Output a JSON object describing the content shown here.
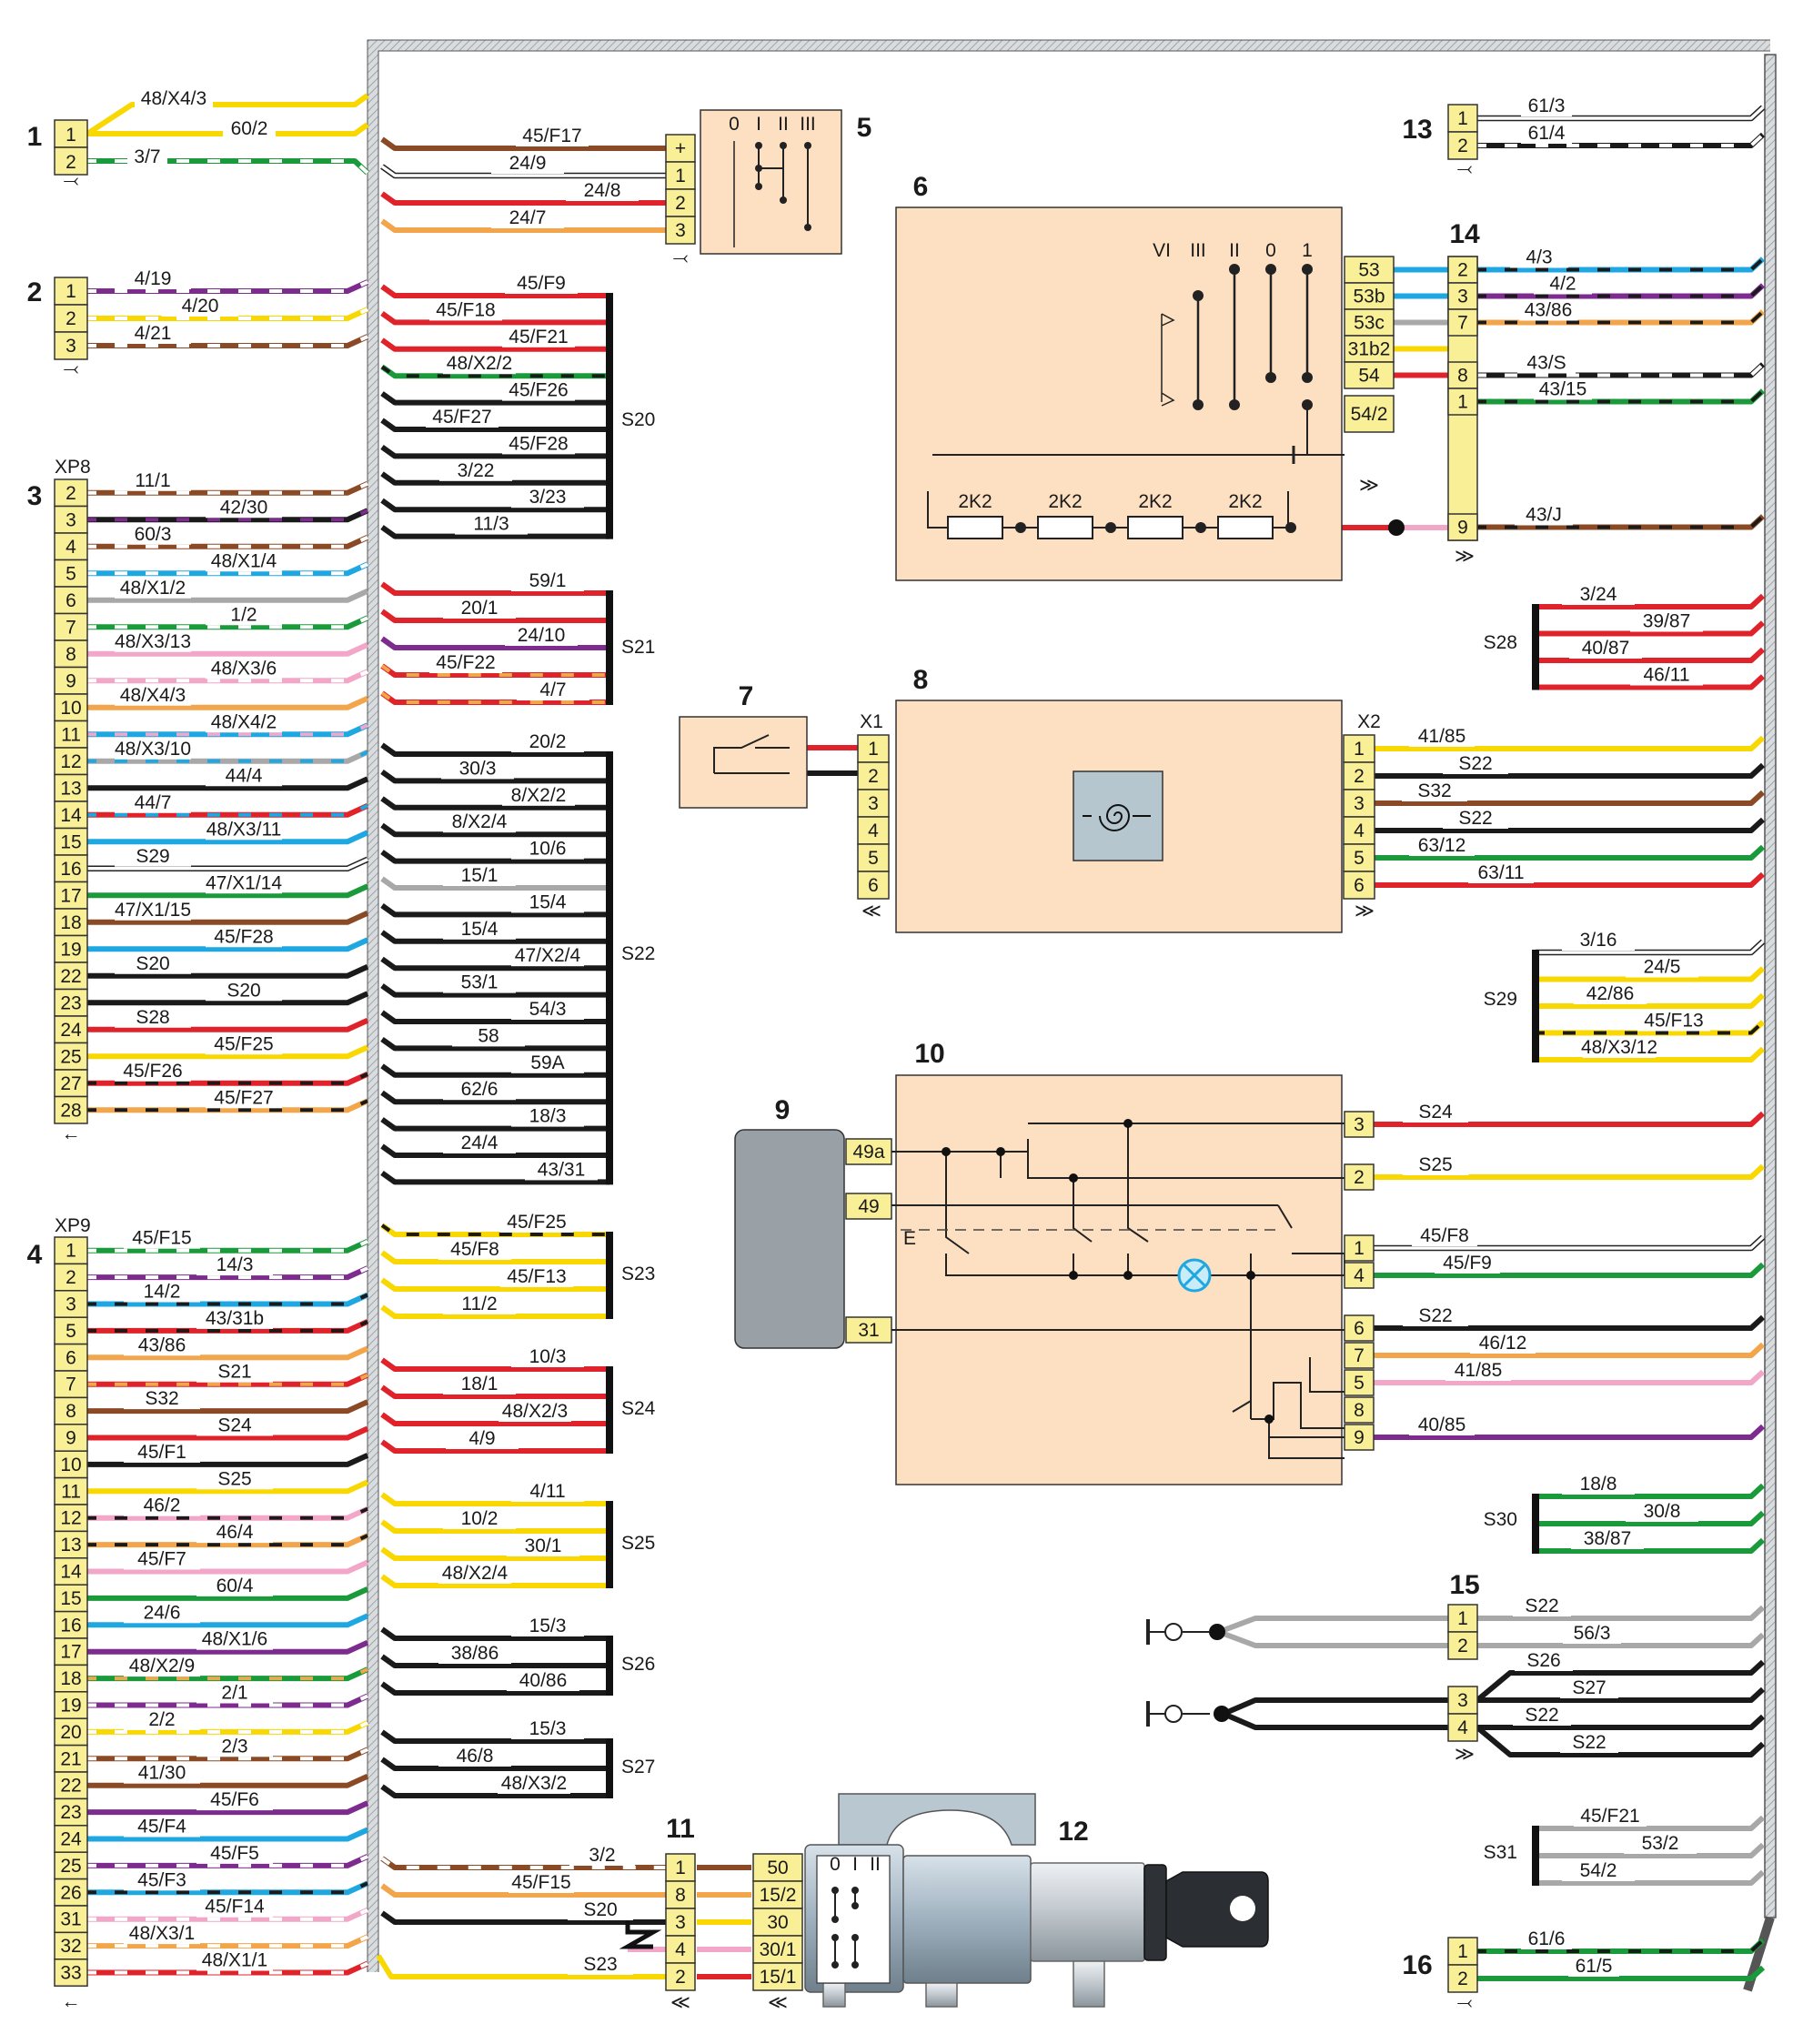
{
  "colors": {
    "Y": "#f8d800",
    "G": "#1a9a3a",
    "R": "#e0232b",
    "K": "#1a1a1a",
    "B": "#1ea7e1",
    "P": "#7d2b8f",
    "N": "#8b4a26",
    "O": "#f2a54a",
    "S": "#a8a8a8",
    "PK": "#f2a6c8",
    "W": "#ffffff",
    "body": "#fddfc2",
    "pin": "#f9ef96",
    "harness": "#cfd3d6"
  },
  "components": {
    "c1": "1",
    "c2": "2",
    "c3": "3",
    "c4": "4",
    "c5": "5",
    "c6": "6",
    "c7": "7",
    "c8": "8",
    "c9": "9",
    "c10": "10",
    "c11": "11",
    "c12": "12",
    "c13": "13",
    "c14": "14",
    "c15": "15",
    "c16": "16"
  },
  "connector_labels": {
    "xp8": "XP8",
    "xp9": "XP9",
    "x1": "X1",
    "x2": "X2"
  },
  "splices": {
    "s20": "S20",
    "s21": "S21",
    "s22": "S22",
    "s23": "S23",
    "s24": "S24",
    "s25": "S25",
    "s26": "S26",
    "s27": "S27",
    "s28": "S28",
    "s29": "S29",
    "s30": "S30",
    "s31": "S31"
  },
  "c1_wires": [
    {
      "pin": "1",
      "label": "48/X4/3",
      "colors": [
        "Y"
      ]
    },
    {
      "pin": "",
      "label": "60/2",
      "colors": [
        "Y"
      ]
    },
    {
      "pin": "2",
      "label": "3/7",
      "colors": [
        "G",
        "W"
      ]
    }
  ],
  "c2_wires": [
    {
      "pin": "1",
      "label": "4/19",
      "colors": [
        "P",
        "W"
      ]
    },
    {
      "pin": "2",
      "label": "4/20",
      "colors": [
        "Y",
        "W"
      ]
    },
    {
      "pin": "3",
      "label": "4/21",
      "colors": [
        "N",
        "W"
      ]
    }
  ],
  "c3_wires": [
    {
      "pin": "2",
      "label": "11/1",
      "colors": [
        "N",
        "W"
      ]
    },
    {
      "pin": "3",
      "label": "42/30",
      "colors": [
        "K",
        "P"
      ]
    },
    {
      "pin": "4",
      "label": "60/3",
      "colors": [
        "N",
        "W"
      ]
    },
    {
      "pin": "5",
      "label": "48/X1/4",
      "colors": [
        "B",
        "W"
      ]
    },
    {
      "pin": "6",
      "label": "48/X1/2",
      "colors": [
        "S"
      ]
    },
    {
      "pin": "7",
      "label": "1/2",
      "colors": [
        "G",
        "W"
      ]
    },
    {
      "pin": "8",
      "label": "48/X3/13",
      "colors": [
        "PK"
      ]
    },
    {
      "pin": "9",
      "label": "48/X3/6",
      "colors": [
        "PK",
        "W"
      ]
    },
    {
      "pin": "10",
      "label": "48/X4/3",
      "colors": [
        "O"
      ]
    },
    {
      "pin": "11",
      "label": "48/X4/2",
      "colors": [
        "B",
        "PK"
      ]
    },
    {
      "pin": "12",
      "label": "48/X3/10",
      "colors": [
        "S",
        "B"
      ]
    },
    {
      "pin": "13",
      "label": "44/4",
      "colors": [
        "K"
      ]
    },
    {
      "pin": "14",
      "label": "44/7",
      "colors": [
        "R",
        "B"
      ]
    },
    {
      "pin": "15",
      "label": "48/X3/11",
      "colors": [
        "B"
      ]
    },
    {
      "pin": "16",
      "label": "S29",
      "colors": [
        "W"
      ]
    },
    {
      "pin": "17",
      "label": "47/X1/14",
      "colors": [
        "G"
      ]
    },
    {
      "pin": "18",
      "label": "47/X1/15",
      "colors": [
        "N"
      ]
    },
    {
      "pin": "19",
      "label": "45/F28",
      "colors": [
        "B"
      ]
    },
    {
      "pin": "22",
      "label": "S20",
      "colors": [
        "K"
      ]
    },
    {
      "pin": "23",
      "label": "S20",
      "colors": [
        "K"
      ]
    },
    {
      "pin": "24",
      "label": "S28",
      "colors": [
        "R"
      ]
    },
    {
      "pin": "25",
      "label": "45/F25",
      "colors": [
        "Y"
      ]
    },
    {
      "pin": "27",
      "label": "45/F26",
      "colors": [
        "R",
        "K"
      ]
    },
    {
      "pin": "28",
      "label": "45/F27",
      "colors": [
        "O",
        "K"
      ]
    }
  ],
  "c4_wires": [
    {
      "pin": "1",
      "label": "45/F15",
      "colors": [
        "G",
        "W"
      ]
    },
    {
      "pin": "2",
      "label": "14/3",
      "colors": [
        "P",
        "W"
      ]
    },
    {
      "pin": "3",
      "label": "14/2",
      "colors": [
        "B",
        "K"
      ]
    },
    {
      "pin": "5",
      "label": "43/31b",
      "colors": [
        "R",
        "K"
      ]
    },
    {
      "pin": "6",
      "label": "43/86",
      "colors": [
        "O"
      ]
    },
    {
      "pin": "7",
      "label": "S21",
      "colors": [
        "R",
        "O"
      ]
    },
    {
      "pin": "8",
      "label": "S32",
      "colors": [
        "N"
      ]
    },
    {
      "pin": "9",
      "label": "S24",
      "colors": [
        "R"
      ]
    },
    {
      "pin": "10",
      "label": "45/F1",
      "colors": [
        "K"
      ]
    },
    {
      "pin": "11",
      "label": "S25",
      "colors": [
        "Y"
      ]
    },
    {
      "pin": "12",
      "label": "46/2",
      "colors": [
        "PK",
        "K"
      ]
    },
    {
      "pin": "13",
      "label": "46/4",
      "colors": [
        "O",
        "K"
      ]
    },
    {
      "pin": "14",
      "label": "45/F7",
      "colors": [
        "PK"
      ]
    },
    {
      "pin": "15",
      "label": "60/4",
      "colors": [
        "G"
      ]
    },
    {
      "pin": "16",
      "label": "24/6",
      "colors": [
        "B"
      ]
    },
    {
      "pin": "17",
      "label": "48/X1/6",
      "colors": [
        "P"
      ]
    },
    {
      "pin": "18",
      "label": "48/X2/9",
      "colors": [
        "G",
        "O"
      ]
    },
    {
      "pin": "19",
      "label": "2/1",
      "colors": [
        "P",
        "W"
      ]
    },
    {
      "pin": "20",
      "label": "2/2",
      "colors": [
        "Y",
        "W"
      ]
    },
    {
      "pin": "21",
      "label": "2/3",
      "colors": [
        "N",
        "W"
      ]
    },
    {
      "pin": "22",
      "label": "41/30",
      "colors": [
        "N"
      ]
    },
    {
      "pin": "23",
      "label": "45/F6",
      "colors": [
        "P"
      ]
    },
    {
      "pin": "24",
      "label": "45/F4",
      "colors": [
        "B"
      ]
    },
    {
      "pin": "25",
      "label": "45/F5",
      "colors": [
        "P",
        "W"
      ]
    },
    {
      "pin": "26",
      "label": "45/F3",
      "colors": [
        "B",
        "K"
      ]
    },
    {
      "pin": "31",
      "label": "45/F14",
      "colors": [
        "PK",
        "W"
      ]
    },
    {
      "pin": "32",
      "label": "48/X3/1",
      "colors": [
        "O",
        "W"
      ]
    },
    {
      "pin": "33",
      "label": "48/X1/1",
      "colors": [
        "R",
        "W"
      ]
    }
  ],
  "c5_wires": [
    {
      "pin": "+",
      "label": "45/F17",
      "colors": [
        "N"
      ]
    },
    {
      "pin": "1",
      "label": "24/9",
      "colors": [
        "W"
      ]
    },
    {
      "pin": "2",
      "label": "24/8",
      "colors": [
        "R"
      ]
    },
    {
      "pin": "3",
      "label": "24/7",
      "colors": [
        "O"
      ]
    }
  ],
  "c5_positions": [
    "0",
    "I",
    "II",
    "III"
  ],
  "c6_pins": [
    "53",
    "53b",
    "53c",
    "31b2",
    "54",
    "54/2"
  ],
  "c6_positions": [
    "VI",
    "III",
    "II",
    "0",
    "1"
  ],
  "c6_resistors": [
    "2K2",
    "2K2",
    "2K2",
    "2K2"
  ],
  "c7_pins": [
    "1",
    "2"
  ],
  "c8_x1_pins": [
    "1",
    "2",
    "3",
    "4",
    "5",
    "6"
  ],
  "c8_x2_wires": [
    {
      "pin": "1",
      "label": "41/85",
      "colors": [
        "Y"
      ]
    },
    {
      "pin": "2",
      "label": "S22",
      "colors": [
        "K"
      ]
    },
    {
      "pin": "3",
      "label": "S32",
      "colors": [
        "N"
      ]
    },
    {
      "pin": "4",
      "label": "S22",
      "colors": [
        "K"
      ]
    },
    {
      "pin": "5",
      "label": "63/12",
      "colors": [
        "G"
      ]
    },
    {
      "pin": "6",
      "label": "63/11",
      "colors": [
        "R"
      ]
    }
  ],
  "c9_pins": [
    "49a",
    "49",
    "31"
  ],
  "c10_wires": [
    {
      "pin": "3",
      "label": "S24",
      "colors": [
        "R"
      ]
    },
    {
      "pin": "2",
      "label": "S25",
      "colors": [
        "Y"
      ]
    },
    {
      "pin": "1",
      "label": "45/F8",
      "colors": [
        "W"
      ]
    },
    {
      "pin": "4",
      "label": "45/F9",
      "colors": [
        "G"
      ]
    },
    {
      "pin": "6",
      "label": "S22",
      "colors": [
        "K"
      ]
    },
    {
      "pin": "7",
      "label": "46/12",
      "colors": [
        "O"
      ]
    },
    {
      "pin": "5",
      "label": "41/85",
      "colors": [
        "PK"
      ]
    },
    {
      "pin": "8",
      "label": "",
      "colors": []
    },
    {
      "pin": "9",
      "label": "40/85",
      "colors": [
        "P"
      ]
    }
  ],
  "c11_wires": [
    {
      "pin": "1",
      "label": "3/2",
      "colors": [
        "N",
        "W"
      ]
    },
    {
      "pin": "8",
      "label": "45/F15",
      "colors": [
        "O"
      ]
    },
    {
      "pin": "3",
      "label": "S20",
      "colors": [
        "K"
      ]
    },
    {
      "pin": "4",
      "label": "",
      "colors": [
        "PK"
      ]
    },
    {
      "pin": "2",
      "label": "S23",
      "colors": [
        "Y"
      ]
    }
  ],
  "c12_pins": [
    "50",
    "15/2",
    "30",
    "30/1",
    "15/1"
  ],
  "c12_positions": [
    "0",
    "I",
    "II"
  ],
  "c13_wires": [
    {
      "pin": "1",
      "label": "61/3",
      "colors": [
        "W"
      ]
    },
    {
      "pin": "2",
      "label": "61/4",
      "colors": [
        "K",
        "W"
      ]
    }
  ],
  "c14_wires": [
    {
      "pin": "2",
      "label": "4/3",
      "colors": [
        "B",
        "K"
      ]
    },
    {
      "pin": "3",
      "label": "4/2",
      "colors": [
        "P",
        "K"
      ]
    },
    {
      "pin": "7",
      "label": "43/86",
      "colors": [
        "O",
        "K"
      ]
    },
    {
      "pin": "8",
      "label": "43/S",
      "colors": [
        "K",
        "W"
      ]
    },
    {
      "pin": "1",
      "label": "43/15",
      "colors": [
        "G",
        "K"
      ]
    },
    {
      "pin": "9",
      "label": "43/J",
      "colors": [
        "N",
        "K"
      ]
    }
  ],
  "c15_wires": [
    {
      "pin": "1",
      "label": "S22",
      "colors": [
        "S"
      ]
    },
    {
      "pin": "2",
      "label": "56/3",
      "colors": [
        "S"
      ]
    },
    {
      "pin": "3",
      "label": "S26",
      "colors": [
        "K"
      ]
    },
    {
      "pin": "",
      "label": "S27",
      "colors": [
        "K"
      ]
    },
    {
      "pin": "4",
      "label": "S22",
      "colors": [
        "K"
      ]
    },
    {
      "pin": "",
      "label": "S22",
      "colors": [
        "K"
      ]
    }
  ],
  "c16_wires": [
    {
      "pin": "1",
      "label": "61/6",
      "colors": [
        "G",
        "K"
      ]
    },
    {
      "pin": "2",
      "label": "61/5",
      "colors": [
        "G"
      ]
    }
  ],
  "s20_wires": [
    {
      "label": "45/F9",
      "colors": [
        "R"
      ]
    },
    {
      "label": "45/F18",
      "colors": [
        "R"
      ]
    },
    {
      "label": "45/F21",
      "colors": [
        "R"
      ]
    },
    {
      "label": "48/X2/2",
      "colors": [
        "G",
        "K"
      ]
    },
    {
      "label": "45/F26",
      "colors": [
        "K"
      ]
    },
    {
      "label": "45/F27",
      "colors": [
        "K"
      ]
    },
    {
      "label": "45/F28",
      "colors": [
        "K"
      ]
    },
    {
      "label": "3/22",
      "colors": [
        "K"
      ]
    },
    {
      "label": "3/23",
      "colors": [
        "K"
      ]
    },
    {
      "label": "11/3",
      "colors": [
        "K"
      ]
    }
  ],
  "s21_wires": [
    {
      "label": "59/1",
      "colors": [
        "R"
      ]
    },
    {
      "label": "20/1",
      "colors": [
        "R"
      ]
    },
    {
      "label": "24/10",
      "colors": [
        "P"
      ]
    },
    {
      "label": "45/F22",
      "colors": [
        "R",
        "O"
      ]
    },
    {
      "label": "4/7",
      "colors": [
        "R",
        "O"
      ]
    }
  ],
  "s22_wires": [
    {
      "label": "20/2",
      "colors": [
        "K"
      ]
    },
    {
      "label": "30/3",
      "colors": [
        "K"
      ]
    },
    {
      "label": "8/X2/2",
      "colors": [
        "K"
      ]
    },
    {
      "label": "8/X2/4",
      "colors": [
        "K"
      ]
    },
    {
      "label": "10/6",
      "colors": [
        "K"
      ]
    },
    {
      "label": "15/1",
      "colors": [
        "S"
      ]
    },
    {
      "label": "15/4",
      "colors": [
        "K"
      ]
    },
    {
      "label": "15/4",
      "colors": [
        "K"
      ]
    },
    {
      "label": "47/X2/4",
      "colors": [
        "K"
      ]
    },
    {
      "label": "53/1",
      "colors": [
        "K"
      ]
    },
    {
      "label": "54/3",
      "colors": [
        "K"
      ]
    },
    {
      "label": "58",
      "colors": [
        "K"
      ]
    },
    {
      "label": "59A",
      "colors": [
        "K"
      ]
    },
    {
      "label": "62/6",
      "colors": [
        "K"
      ]
    },
    {
      "label": "18/3",
      "colors": [
        "K"
      ]
    },
    {
      "label": "24/4",
      "colors": [
        "K"
      ]
    },
    {
      "label": "43/31",
      "colors": [
        "K"
      ]
    }
  ],
  "s23_wires": [
    {
      "label": "45/F25",
      "colors": [
        "Y",
        "K"
      ]
    },
    {
      "label": "45/F8",
      "colors": [
        "Y"
      ]
    },
    {
      "label": "45/F13",
      "colors": [
        "Y"
      ]
    },
    {
      "label": "11/2",
      "colors": [
        "Y"
      ]
    }
  ],
  "s24_wires": [
    {
      "label": "10/3",
      "colors": [
        "R"
      ]
    },
    {
      "label": "18/1",
      "colors": [
        "R"
      ]
    },
    {
      "label": "48/X2/3",
      "colors": [
        "R"
      ]
    },
    {
      "label": "4/9",
      "colors": [
        "R"
      ]
    }
  ],
  "s25_wires": [
    {
      "label": "4/11",
      "colors": [
        "Y"
      ]
    },
    {
      "label": "10/2",
      "colors": [
        "Y"
      ]
    },
    {
      "label": "30/1",
      "colors": [
        "Y"
      ]
    },
    {
      "label": "48/X2/4",
      "colors": [
        "Y"
      ]
    }
  ],
  "s26_wires": [
    {
      "label": "15/3",
      "colors": [
        "K"
      ]
    },
    {
      "label": "38/86",
      "colors": [
        "K"
      ]
    },
    {
      "label": "40/86",
      "colors": [
        "K"
      ]
    }
  ],
  "s27_wires": [
    {
      "label": "15/3",
      "colors": [
        "K"
      ]
    },
    {
      "label": "46/8",
      "colors": [
        "K"
      ]
    },
    {
      "label": "48/X3/2",
      "colors": [
        "K"
      ]
    }
  ],
  "s28_wires": [
    {
      "label": "3/24",
      "colors": [
        "R"
      ]
    },
    {
      "label": "39/87",
      "colors": [
        "R"
      ]
    },
    {
      "label": "40/87",
      "colors": [
        "R"
      ]
    },
    {
      "label": "46/11",
      "colors": [
        "R"
      ]
    }
  ],
  "s29_wires": [
    {
      "label": "3/16",
      "colors": [
        "W"
      ]
    },
    {
      "label": "24/5",
      "colors": [
        "Y"
      ]
    },
    {
      "label": "42/86",
      "colors": [
        "Y"
      ]
    },
    {
      "label": "45/F13",
      "colors": [
        "Y",
        "K"
      ]
    },
    {
      "label": "48/X3/12",
      "colors": [
        "Y"
      ]
    }
  ],
  "s30_wires": [
    {
      "label": "18/8",
      "colors": [
        "G"
      ]
    },
    {
      "label": "30/8",
      "colors": [
        "G"
      ]
    },
    {
      "label": "38/87",
      "colors": [
        "G"
      ]
    }
  ],
  "s31_wires": [
    {
      "label": "45/F21",
      "colors": [
        "S"
      ]
    },
    {
      "label": "53/2",
      "colors": [
        "S"
      ]
    },
    {
      "label": "54/2",
      "colors": [
        "S"
      ]
    }
  ],
  "c6_wires_right": [
    {
      "pin": "53",
      "colors": [
        "B"
      ]
    },
    {
      "pin": "53b",
      "colors": [
        "B"
      ]
    },
    {
      "pin": "53c",
      "colors": [
        "S"
      ]
    },
    {
      "pin": "31b2",
      "colors": [
        "Y"
      ]
    },
    {
      "pin": "54",
      "colors": [
        "R"
      ]
    }
  ]
}
